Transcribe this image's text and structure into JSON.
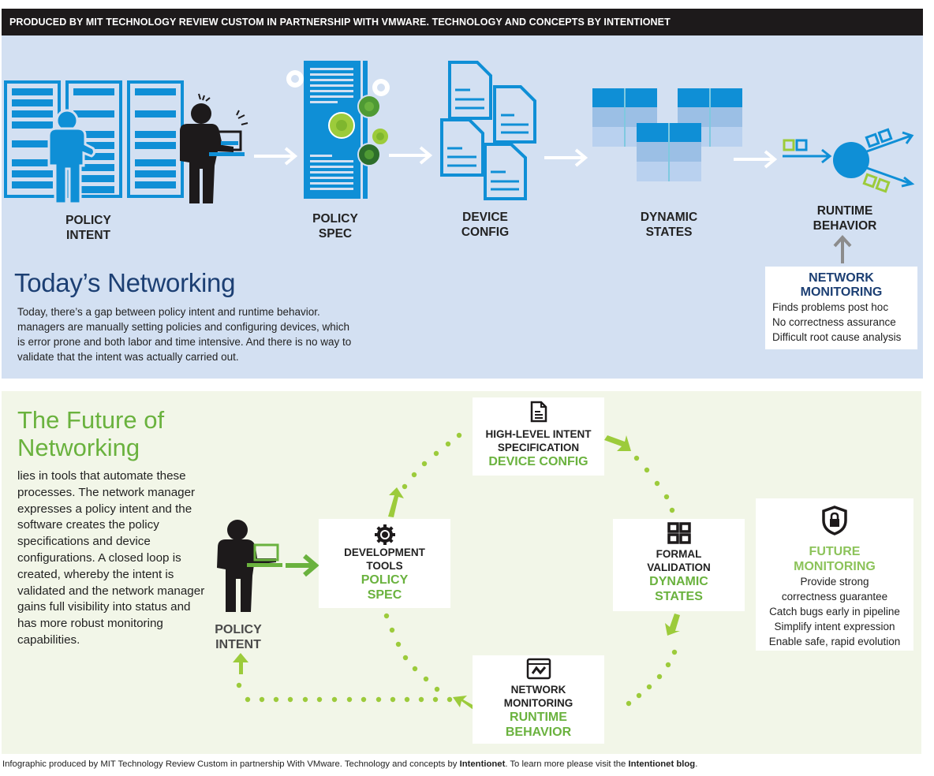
{
  "banner": {
    "text": "PRODUCED BY MIT TECHNOLOGY REVIEW CUSTOM IN PARTNERSHIP WITH VMWARE. TECHNOLOGY AND CONCEPTS BY INTENTIONET"
  },
  "today": {
    "stages": [
      {
        "line1": "POLICY",
        "line2": "INTENT",
        "icon": "server-racks-with-people-icon"
      },
      {
        "line1": "POLICY",
        "line2": "SPEC",
        "icon": "document-with-gears-icon"
      },
      {
        "line1": "DEVICE",
        "line2": "CONFIG",
        "icon": "stacked-documents-icon"
      },
      {
        "line1": "DYNAMIC",
        "line2": "STATES",
        "icon": "state-tables-icon"
      },
      {
        "line1": "RUNTIME",
        "line2": "BEHAVIOR",
        "icon": "packet-router-icon"
      }
    ],
    "title": "Today’s Networking",
    "body": "Today, there’s a gap between policy intent and runtime behavior. managers are manually setting policies and configuring devices, which is error prone and both labor and time intensive. And there is no way to validate that the intent was actually carried out.",
    "monitoring": {
      "title1": "NETWORK",
      "title2": "MONITORING",
      "lines": [
        "Finds problems post hoc",
        "No correctness assurance",
        "Difficult root cause analysis"
      ]
    }
  },
  "future": {
    "title1": "The Future of",
    "title2": "Networking",
    "body": "lies in tools that automate these processes. The network manager expresses a policy intent and the software creates the policy specifications and device configurations. A closed loop is created, whereby the intent is validated and the network manager gains full vis­ibility into status and has more robust monitoring capabilities.",
    "policy_intent": {
      "line1": "POLICY",
      "line2": "INTENT"
    },
    "cards": {
      "dev_tools": {
        "k1": "DEVELOPMENT",
        "k2": "TOOLS",
        "g1": "POLICY",
        "g2": "SPEC",
        "icon": "gear-icon"
      },
      "high_level": {
        "k1": "HIGH-LEVEL INTENT",
        "k2": "SPECIFICATION",
        "g1": "DEVICE CONFIG",
        "icon": "document-icon"
      },
      "formal": {
        "k1": "FORMAL",
        "k2": "VALIDATION",
        "g1": "DYNAMIC",
        "g2": "STATES",
        "icon": "grid-icon"
      },
      "net_mon": {
        "k1": "NETWORK",
        "k2": "MONITORING",
        "g1": "RUNTIME",
        "g2": "BEHAVIOR",
        "icon": "monitor-graph-icon"
      }
    },
    "future_monitoring": {
      "title1": "FUTURE",
      "title2": "MONITORING",
      "lines": [
        "Provide strong",
        "correctness guarantee",
        "Catch bugs early in pipeline",
        "Simplify intent expression",
        "Enable safe, rapid evolution"
      ],
      "icon": "shield-lock-icon"
    }
  },
  "footer": {
    "pre": "Infographic produced by MIT Technology Review Custom in partnership With VMware. Technology and concepts by ",
    "brand": "Intentionet",
    "mid": ". To learn more please visit the ",
    "link": "Intentionet blog",
    "post": "."
  },
  "colors": {
    "today_bg": "#d3e0f2",
    "future_bg": "#f2f6e8",
    "blue": "#0f8fd6",
    "navy": "#1c3f73",
    "green": "#6ab23e",
    "lime": "#9ccb3b"
  }
}
